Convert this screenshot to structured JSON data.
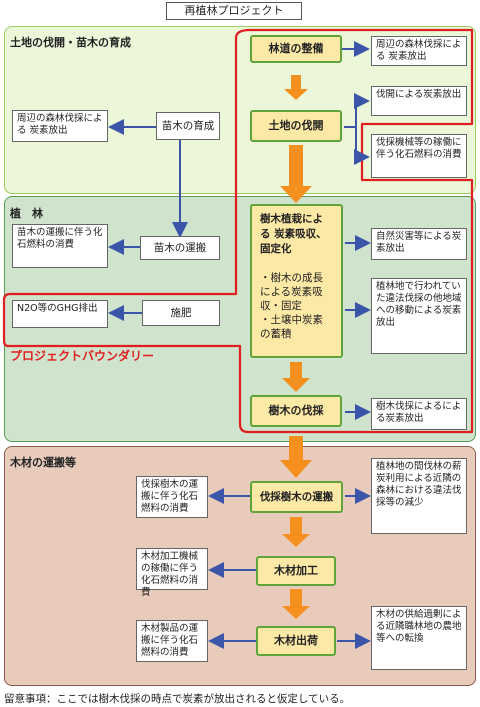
{
  "title": "再植林プロジェクト",
  "sections": {
    "land": "土地の伐開・苗木の育成",
    "planting": "植　林",
    "transport": "木材の運搬等"
  },
  "nodes": {
    "road": "林道の整備",
    "clearing": "土地の伐開",
    "big_title": "樹木植栽による 炭素吸収、固定化",
    "big_item1": "・樹木の成長による炭素吸収・固定",
    "big_item2": "・土壌中炭素の蓄積",
    "harvest": "樹木の伐採",
    "harvest_transport": "伐採樹木の運搬",
    "processing": "木材加工",
    "shipping": "木材出荷",
    "seedling_growing": "苗木の育成",
    "seedling_transport": "苗木の運搬",
    "fertilizing": "施肥"
  },
  "left_boxes": {
    "forest_cutting": "周辺の森林伐採による 炭素放出",
    "seedling_fuel": "苗木の運搬に伴う化石燃料の消費",
    "n2o": "N2O等のGHG排出",
    "harvest_fuel": "伐採樹木の運搬に伴う化石燃料の消費",
    "machine_fuel": "木材加工機械の稼働に伴う化石燃料の消費",
    "product_fuel": "木材製品の運搬に伴う化石燃料の消費"
  },
  "right_boxes": {
    "road_cutting": "周辺の森林伐採による 炭素放出",
    "clearing_release": "伐開による炭素放出",
    "machinery_fuel": "伐採機械等の稼働に 伴う化石燃料の消費",
    "disaster": "自然災害等による炭素放出",
    "leakage": "植林地で行われていた違法伐採の他地域への移動による炭素放出",
    "harvest_release": "樹木伐採によるによる炭素放出",
    "reduction": "植林地の間伐林の薪炭利用による近隣の森林における違法伐採等の減少",
    "farmer_outflow": "木材の供給過剰による近隣職林地の農地等への転換"
  },
  "boundary_label": "プロジェクトバウンダリー",
  "note": "留意事項：ここでは樹木伐採の時点で炭素が放出されると仮定している。",
  "colors": {
    "boundary": "#e02020",
    "arrow_orange": "#f5901e",
    "arrow_blue": "#3b55a8",
    "node_fill": "#fde9a6",
    "node_border": "#5fa33a"
  }
}
